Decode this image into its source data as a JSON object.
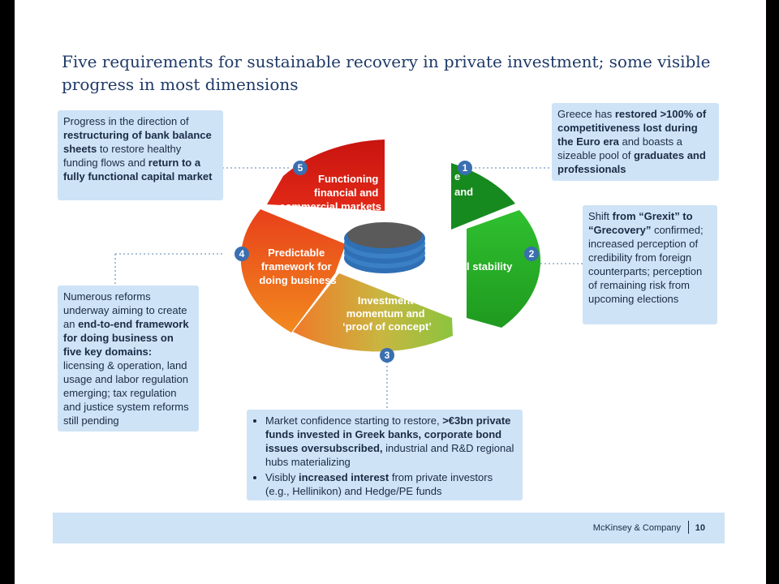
{
  "title": "Five requirements for sustainable recovery in private investment; some visible progress in most dimensions",
  "segments": [
    {
      "number": "1",
      "label_lines": [
        "e",
        "and"
      ]
    },
    {
      "number": "2",
      "label_lines": [
        "l stability"
      ]
    },
    {
      "number": "3",
      "label_lines": [
        "Investment",
        "momentum and",
        "‘proof of concept’"
      ]
    },
    {
      "number": "4",
      "label_lines": [
        "Predictable",
        "framework for",
        "doing business"
      ]
    },
    {
      "number": "5",
      "label_lines": [
        "Functioning",
        "financial and",
        "commercial markets"
      ]
    }
  ],
  "callouts": {
    "c5": [
      {
        "t": "Progress in the direction of ",
        "b": false
      },
      {
        "t": "restructuring of bank balance sheets",
        "b": true
      },
      {
        "t": " to restore healthy funding flows and ",
        "b": false
      },
      {
        "t": "return to a fully functional capital market",
        "b": true
      }
    ],
    "c1": [
      {
        "t": "Greece has ",
        "b": false
      },
      {
        "t": "restored >100% of competitiveness lost during the Euro era",
        "b": true
      },
      {
        "t": " and boasts a sizeable pool of ",
        "b": false
      },
      {
        "t": "graduates and professionals",
        "b": true
      }
    ],
    "c2": [
      {
        "t": "Shift ",
        "b": false
      },
      {
        "t": "from “Grexit” to “Grecovery”",
        "b": true
      },
      {
        "t": " confirmed; increased perception of credibility from foreign counterparts; perception of remaining risk from upcoming elections",
        "b": false
      }
    ],
    "c4": [
      {
        "t": "Numerous reforms underway aiming to create an ",
        "b": false
      },
      {
        "t": "end-to-end framework for doing business on five key domains:",
        "b": true
      },
      {
        "t": " licensing & operation, land usage and labor regulation emerging; tax regulation and justice system reforms still pending",
        "b": false
      }
    ],
    "c3_bullets": [
      [
        {
          "t": "Market confidence starting to restore, ",
          "b": false
        },
        {
          "t": ">€3bn private funds invested in Greek banks, corporate bond issues oversubscribed,",
          "b": true
        },
        {
          "t": " industrial and R&D regional hubs materializing",
          "b": false
        }
      ],
      [
        {
          "t": "Visibly ",
          "b": false
        },
        {
          "t": "increased interest",
          "b": true
        },
        {
          "t": " from private investors (e.g., Hellinikon) and Hedge/PE funds",
          "b": false
        }
      ]
    ]
  },
  "footer": {
    "brand": "McKinsey & Company",
    "page": "10"
  },
  "colors": {
    "seg1": "#178a1f",
    "seg2": "#2eb82e",
    "seg3": "#a9c44a",
    "seg4": "#f05a14",
    "seg5": "#d62015",
    "callout_bg": "#cfe3f6",
    "title": "#1f3a68",
    "coin": "#5a5a5a",
    "coin_edge": "#3b7fc4"
  }
}
